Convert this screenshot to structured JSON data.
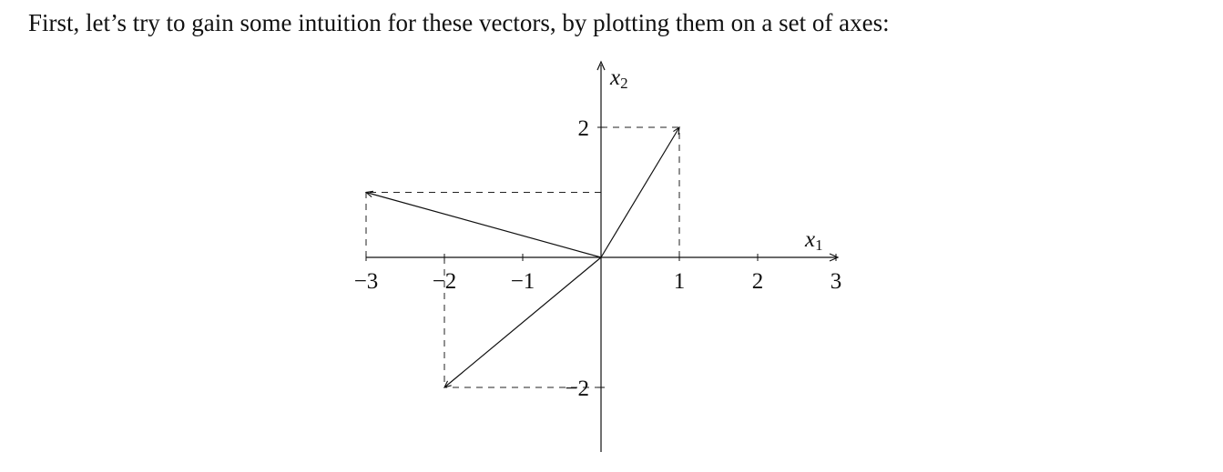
{
  "text": {
    "intro": "First, let’s try to gain some intuition for these vectors, by plotting them on a set of axes:"
  },
  "chart_data": {
    "type": "line",
    "title": "",
    "xlabel": "x1",
    "ylabel": "x2",
    "xlim": [
      -3,
      3
    ],
    "ylim": [
      -3,
      3
    ],
    "grid": false,
    "x_ticks": [
      -3,
      -2,
      -1,
      1,
      2,
      3
    ],
    "x_tick_labels": [
      "−3",
      "−2",
      "−1",
      "1",
      "2",
      "3"
    ],
    "y_ticks": [
      2,
      -2
    ],
    "y_tick_labels": [
      "2",
      "−2"
    ],
    "vectors": [
      {
        "from": [
          0,
          0
        ],
        "to": [
          1,
          2
        ]
      },
      {
        "from": [
          0,
          0
        ],
        "to": [
          -3,
          1
        ]
      },
      {
        "from": [
          0,
          0
        ],
        "to": [
          -2,
          -2
        ]
      }
    ]
  }
}
